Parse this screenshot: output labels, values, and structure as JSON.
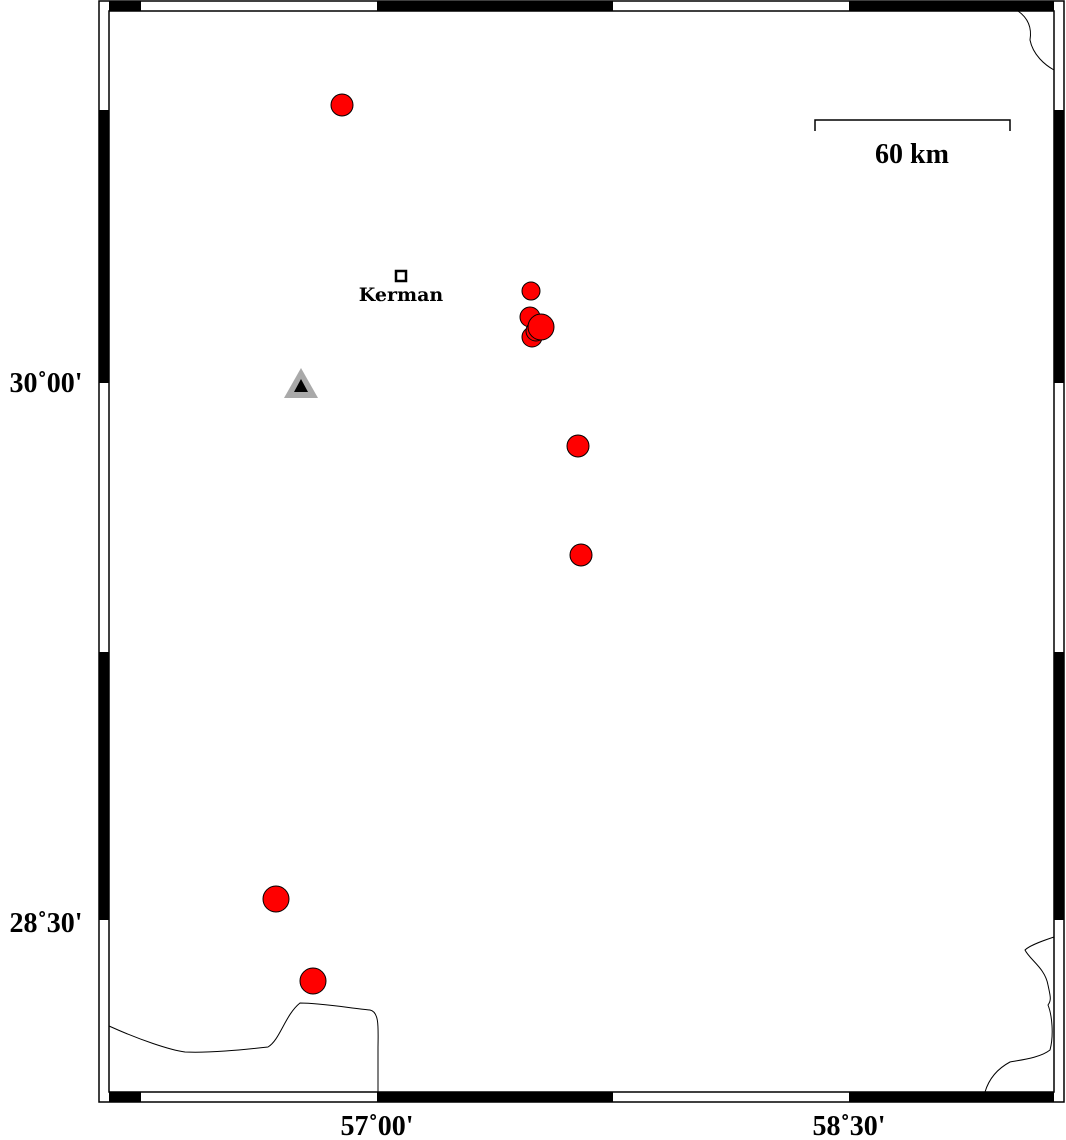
{
  "map": {
    "longitude_labels": [
      {
        "name": "lon-label-57-00",
        "text": "57˚00'"
      },
      {
        "name": "lon-label-58-30",
        "text": "58˚30'"
      }
    ],
    "latitude_labels": [
      {
        "name": "lat-label-30-00",
        "text": "30˚00'"
      },
      {
        "name": "lat-label-28-30",
        "text": "28˚30'"
      }
    ],
    "scale_bar": {
      "label": "60 km"
    },
    "city": {
      "name": "Kerman",
      "marker_icon": "square-city-icon"
    },
    "station": {
      "marker_icon": "triangle-station-icon",
      "color": "#a9a9a9"
    },
    "events": {
      "color": "#ff0000",
      "count": 11
    },
    "frame_colors": {
      "dark": "#000000",
      "light": "#ffffff"
    }
  }
}
